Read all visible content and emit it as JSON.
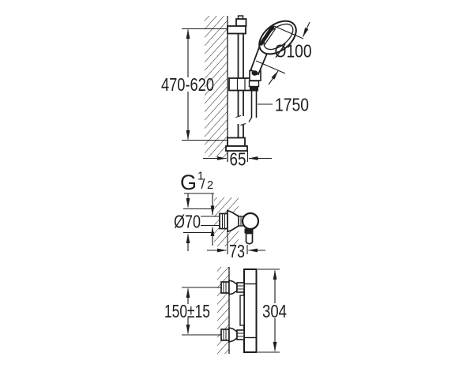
{
  "drawing": {
    "background": "#ffffff",
    "ink": "#1d1d1b",
    "views": {
      "shower_rail": {
        "rail_height": "470-620",
        "head_diameter": "Ø100",
        "hose_length": "1750",
        "bracket_offset": "65"
      },
      "mixer_side": {
        "thread_base": "G",
        "thread_numerator": "1",
        "thread_slash": "/",
        "thread_denominator": "2",
        "rosette_diameter": "Ø70",
        "projection_depth": "73"
      },
      "mixer_front": {
        "inlet_spacing": "150±15",
        "body_length": "304"
      }
    }
  }
}
